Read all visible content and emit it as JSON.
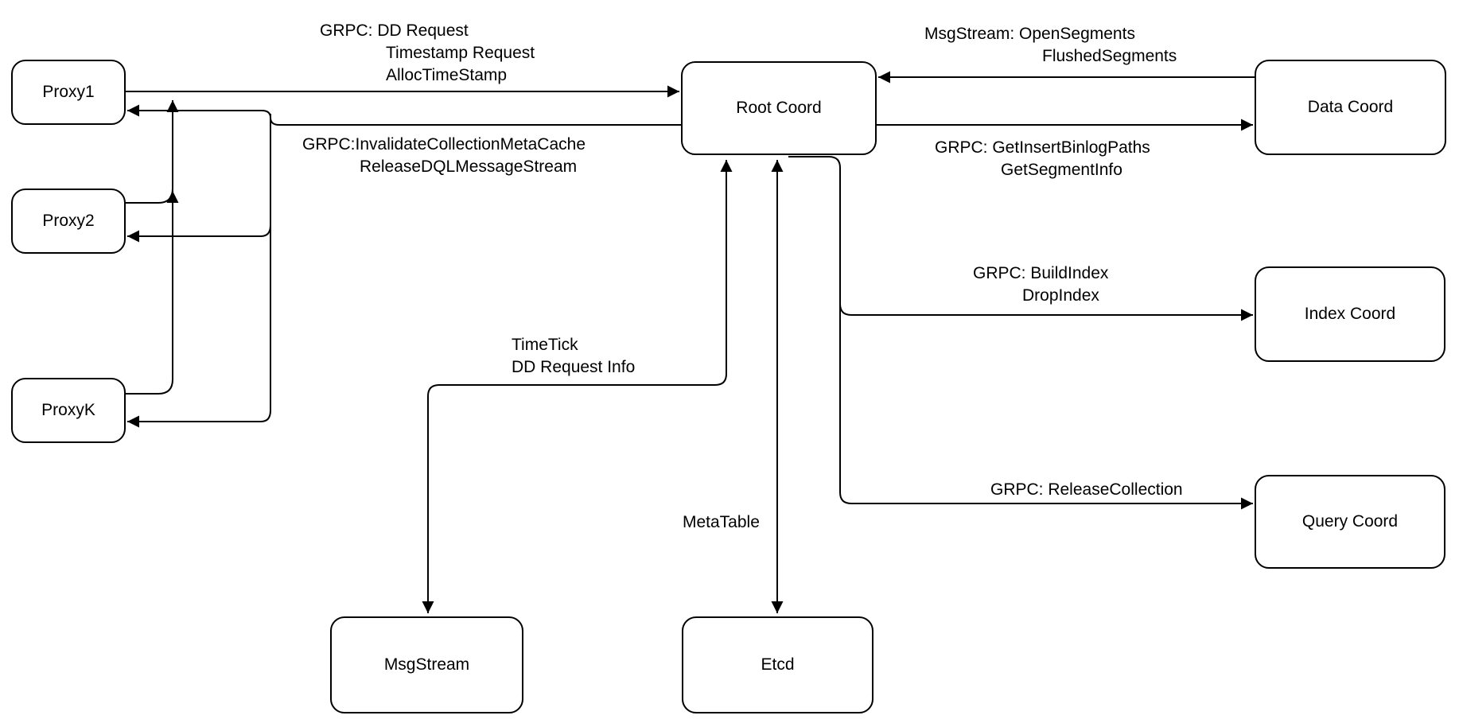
{
  "diagram": {
    "colors": {
      "background": "#ffffff",
      "node_fill": "#ffffff",
      "stroke": "#000000",
      "text": "#000000"
    },
    "nodes": {
      "proxy1": {
        "label": "Proxy1"
      },
      "proxy2": {
        "label": "Proxy2"
      },
      "proxyk": {
        "label": "ProxyK"
      },
      "root": {
        "label": "Root Coord"
      },
      "data": {
        "label": "Data Coord"
      },
      "index": {
        "label": "Index Coord"
      },
      "query": {
        "label": "Query Coord"
      },
      "msgstream": {
        "label": "MsgStream"
      },
      "etcd": {
        "label": "Etcd"
      }
    },
    "edge_labels": {
      "proxies_to_root": {
        "lines": [
          "GRPC: DD Request",
          "Timestamp Request",
          "AllocTimeStamp"
        ]
      },
      "root_to_proxies": {
        "lines": [
          "GRPC:InvalidateCollectionMetaCache",
          "ReleaseDQLMessageStream"
        ]
      },
      "data_to_root": {
        "lines": [
          "MsgStream: OpenSegments",
          "FlushedSegments"
        ]
      },
      "root_to_data": {
        "lines": [
          "GRPC: GetInsertBinlogPaths",
          "GetSegmentInfo"
        ]
      },
      "root_to_index": {
        "lines": [
          "GRPC: BuildIndex",
          "DropIndex"
        ]
      },
      "root_to_query": {
        "lines": [
          "GRPC: ReleaseCollection"
        ]
      },
      "root_to_msgstream": {
        "lines": [
          "TimeTick",
          "DD Request Info"
        ]
      },
      "root_to_etcd": {
        "lines": [
          "MetaTable"
        ]
      }
    },
    "edges": [
      {
        "id": "proxies-to-root",
        "from": "Proxy1/Proxy2/ProxyK",
        "to": "Root Coord",
        "direction": "one-way"
      },
      {
        "id": "root-to-proxies",
        "from": "Root Coord",
        "to": "Proxy1/Proxy2/ProxyK",
        "direction": "one-way"
      },
      {
        "id": "data-to-root",
        "from": "Data Coord",
        "to": "Root Coord",
        "direction": "one-way"
      },
      {
        "id": "root-to-data",
        "from": "Root Coord",
        "to": "Data Coord",
        "direction": "one-way"
      },
      {
        "id": "root-to-index",
        "from": "Root Coord",
        "to": "Index Coord",
        "direction": "one-way"
      },
      {
        "id": "root-to-query",
        "from": "Root Coord",
        "to": "Query Coord",
        "direction": "one-way"
      },
      {
        "id": "root-to-msgstream",
        "from": "Root Coord",
        "to": "MsgStream",
        "direction": "two-way"
      },
      {
        "id": "root-to-etcd",
        "from": "Root Coord",
        "to": "Etcd",
        "direction": "two-way"
      }
    ]
  }
}
